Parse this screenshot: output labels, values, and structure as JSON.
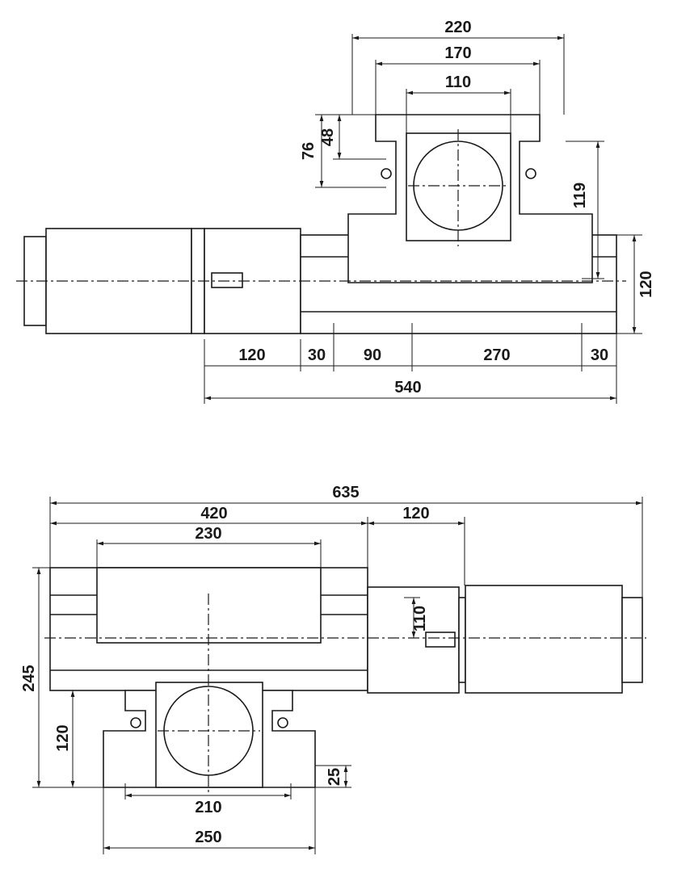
{
  "top_view": {
    "dims": {
      "w220": "220",
      "w170": "170",
      "w110": "110",
      "h76": "76",
      "h48": "48",
      "h119": "119",
      "h120": "120",
      "s120": "120",
      "s30a": "30",
      "s90": "90",
      "s270": "270",
      "s30b": "30",
      "total540": "540"
    }
  },
  "side_view": {
    "dims": {
      "total635": "635",
      "w420": "420",
      "w120": "120",
      "w230": "230",
      "h110": "110",
      "h245": "245",
      "h120": "120",
      "h25": "25",
      "w210": "210",
      "w250": "250"
    }
  }
}
